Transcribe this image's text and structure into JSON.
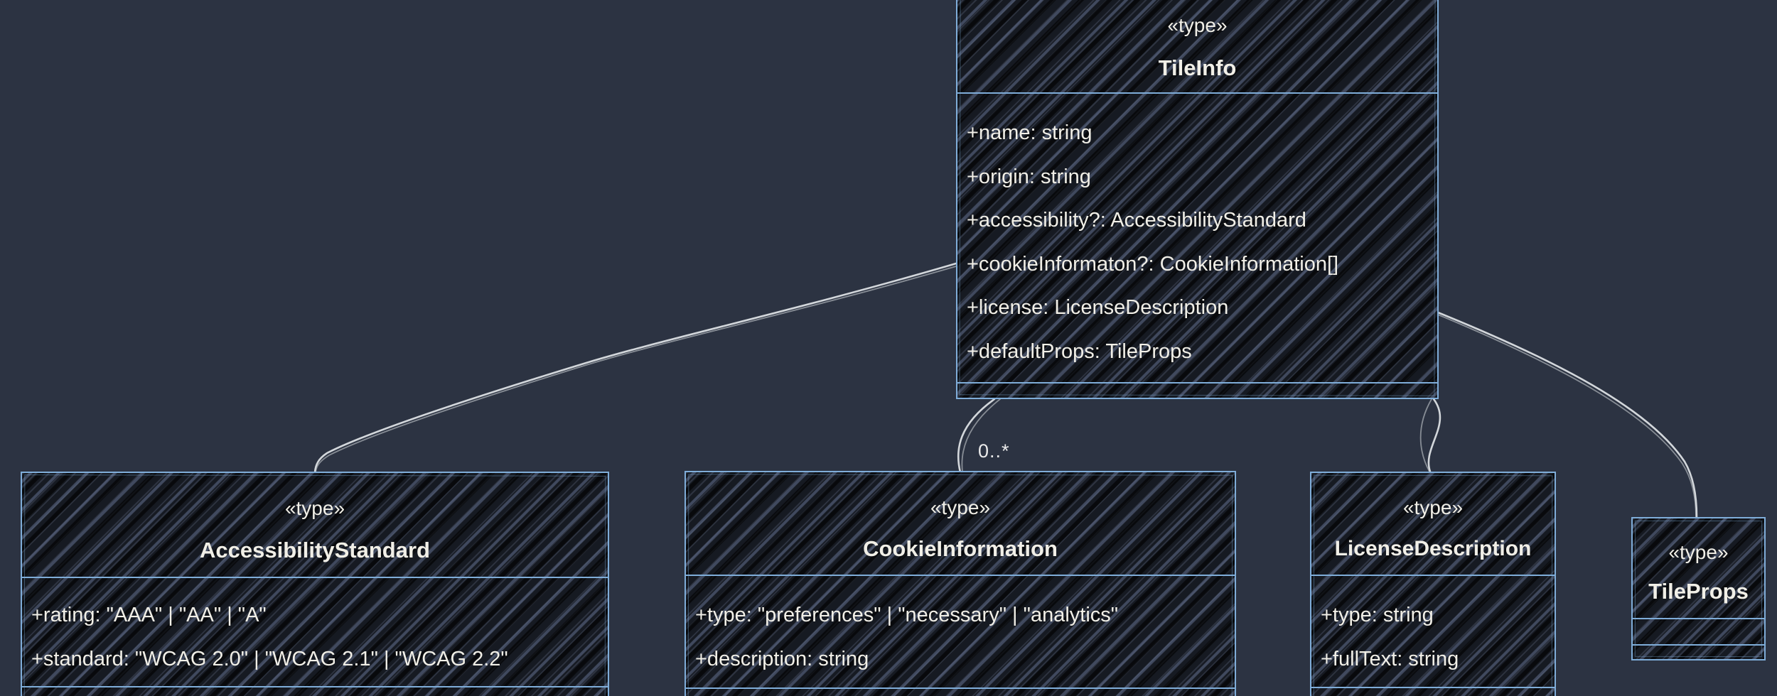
{
  "diagram": {
    "kind": "uml-class-diagram",
    "theme": "hand-drawn-dark",
    "colors": {
      "background": "#2c3342",
      "box_border": "#7fadd9",
      "box_fill": "#161a22",
      "hatch_stripe": "#63708f",
      "text": "#f1efe7",
      "edge_line": "#d3d7db"
    },
    "classes": [
      {
        "stereotype": "«type»",
        "name": "TileInfo",
        "attributes": [
          "+name: string",
          "+origin: string",
          "+accessibility?: AccessibilityStandard",
          "+cookieInformaton?: CookieInformation[]",
          "+license: LicenseDescription",
          "+defaultProps: TileProps"
        ]
      },
      {
        "stereotype": "«type»",
        "name": "AccessibilityStandard",
        "attributes": [
          "+rating: \"AAA\" | \"AA\" | \"A\"",
          "+standard: \"WCAG 2.0\" | \"WCAG 2.1\" | \"WCAG 2.2\""
        ]
      },
      {
        "stereotype": "«type»",
        "name": "CookieInformation",
        "attributes": [
          "+type: \"preferences\" | \"necessary\" | \"analytics\"",
          "+description: string"
        ]
      },
      {
        "stereotype": "«type»",
        "name": "LicenseDescription",
        "attributes": [
          "+type: string",
          "+fullText: string"
        ]
      },
      {
        "stereotype": "«type»",
        "name": "TileProps",
        "attributes": []
      }
    ],
    "edges": [
      {
        "from": "TileInfo",
        "to": "AccessibilityStandard",
        "label": ""
      },
      {
        "from": "TileInfo",
        "to": "CookieInformation",
        "label": "0..*"
      },
      {
        "from": "TileInfo",
        "to": "LicenseDescription",
        "label": ""
      },
      {
        "from": "TileInfo",
        "to": "TileProps",
        "label": ""
      }
    ]
  }
}
